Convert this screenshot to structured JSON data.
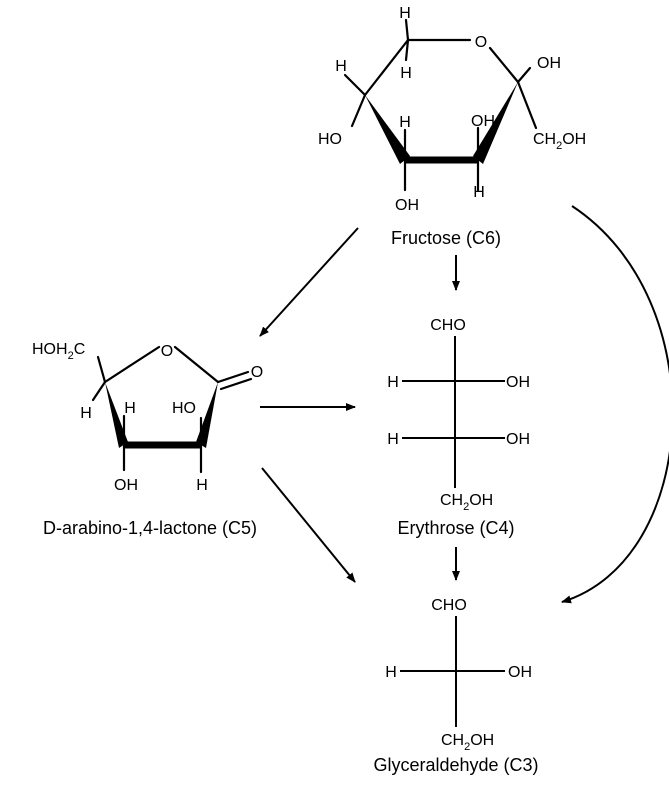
{
  "fructose": {
    "caption": "Fructose (C6)",
    "atoms": {
      "ring_o": "O",
      "h_top": "H",
      "h_c6": "H",
      "h_left": "H",
      "ho_left": "HO",
      "h_mid": "H",
      "oh_mid": "OH",
      "oh_bottom": "OH",
      "h_bottom": "H",
      "oh_right": "OH",
      "ch2oh_right": {
        "main": "CH",
        "sub": "2",
        "tail": "OH"
      }
    }
  },
  "lactone": {
    "caption": "D-arabino-1,4-lactone (C5)",
    "atoms": {
      "hoh2c": {
        "main": "HOH",
        "sub": "2",
        "tail": "C"
      },
      "ring_o": "O",
      "carbonyl_o": "O",
      "h_left": "H",
      "h_mid": "H",
      "ho_right": "HO",
      "oh_bottom": "OH",
      "h_bottom": "H"
    }
  },
  "erythrose": {
    "caption": "Erythrose (C4)",
    "atoms": {
      "cho": "CHO",
      "h1": "H",
      "oh1": "OH",
      "h2": "H",
      "oh2": "OH",
      "ch2oh": {
        "main": "CH",
        "sub": "2",
        "tail": "OH"
      }
    }
  },
  "glyceraldehyde": {
    "caption": "Glyceraldehyde (C3)",
    "atoms": {
      "cho": "CHO",
      "h1": "H",
      "oh1": "OH",
      "ch2oh": {
        "main": "CH",
        "sub": "2",
        "tail": "OH"
      }
    }
  }
}
